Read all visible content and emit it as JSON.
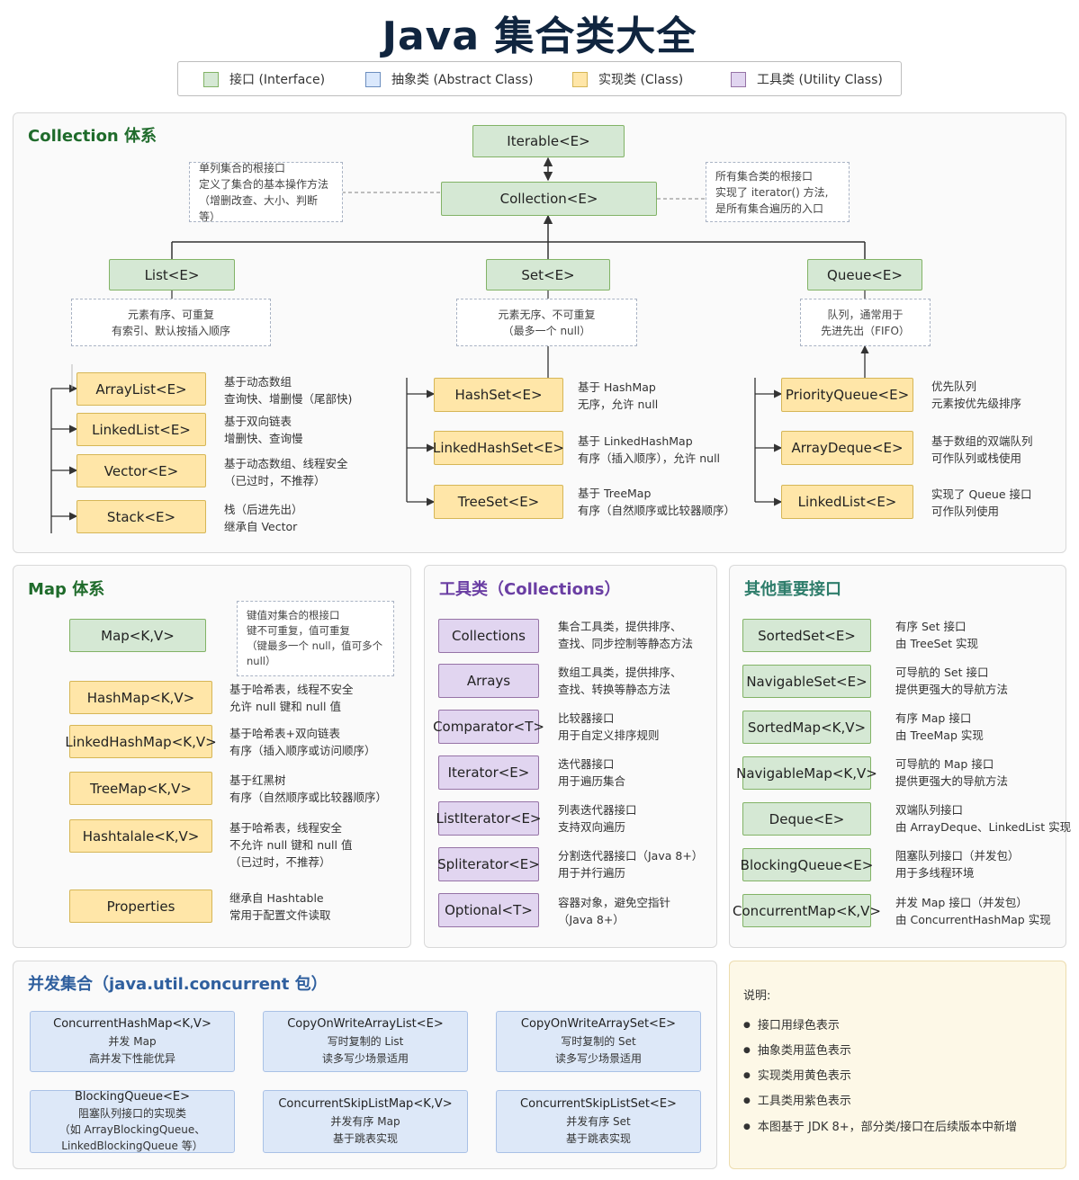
{
  "title": "Java 集合类大全",
  "legend": [
    {
      "label": "接口 (Interface)",
      "color": "#d5e8d4",
      "border": "#82b366"
    },
    {
      "label": "抽象类 (Abstract Class)",
      "color": "#dae8fc",
      "border": "#6c8ebf"
    },
    {
      "label": "实现类 (Class)",
      "color": "#ffe6a8",
      "border": "#d6b656"
    },
    {
      "label": "工具类 (Utility Class)",
      "color": "#e1d5f0",
      "border": "#9673a6"
    }
  ],
  "collection": {
    "title": "Collection 体系",
    "iterable": "Iterable<E>",
    "collection": "Collection<E>",
    "note_left": [
      "单列集合的根接口",
      "定义了集合的基本操作方法",
      "（增删改查、大小、判断等）"
    ],
    "note_right": [
      "所有集合类的根接口",
      "实现了 iterator() 方法,",
      "是所有集合遍历的入口"
    ],
    "list": {
      "name": "List<E>",
      "note": [
        "元素有序、可重复",
        "有索引、默认按插入顺序"
      ],
      "impls": [
        {
          "name": "ArrayList<E>",
          "desc": [
            "基于动态数组",
            "查询快、增删慢（尾部快)"
          ]
        },
        {
          "name": "LinkedList<E>",
          "desc": [
            "基于双向链表",
            "增删快、查询慢"
          ]
        },
        {
          "name": "Vector<E>",
          "desc": [
            "基于动态数组、线程安全",
            "（已过时，不推荐）"
          ]
        },
        {
          "name": "Stack<E>",
          "desc": [
            "栈（后进先出）",
            "继承自 Vector"
          ]
        }
      ]
    },
    "set": {
      "name": "Set<E>",
      "note": [
        "元素无序、不可重复",
        "（最多一个 null）"
      ],
      "impls": [
        {
          "name": "HashSet<E>",
          "desc": [
            "基于 HashMap",
            "无序，允许 null"
          ]
        },
        {
          "name": "LinkedHashSet<E>",
          "desc": [
            "基于 LinkedHashMap",
            "有序（插入顺序），允许 null"
          ]
        },
        {
          "name": "TreeSet<E>",
          "desc": [
            "基于 TreeMap",
            "有序（自然顺序或比较器顺序）"
          ]
        }
      ]
    },
    "queue": {
      "name": "Queue<E>",
      "note": [
        "队列，通常用于",
        "先进先出（FIFO）"
      ],
      "impls": [
        {
          "name": "PriorityQueue<E>",
          "desc": [
            "优先队列",
            "元素按优先级排序"
          ]
        },
        {
          "name": "ArrayDeque<E>",
          "desc": [
            "基于数组的双端队列",
            "可作队列或栈使用"
          ]
        },
        {
          "name": "LinkedList<E>",
          "desc": [
            "实现了 Queue 接口",
            "可作队列使用"
          ]
        }
      ]
    }
  },
  "map": {
    "title": "Map 体系",
    "root": "Map<K,V>",
    "note": [
      "键值对集合的根接口",
      "键不可重复，值可重复",
      "（键最多一个 null，值可多个",
      "null）"
    ],
    "impls": [
      {
        "name": "HashMap<K,V>",
        "desc": [
          "基于哈希表，线程不安全",
          "允许 null 键和 null 值"
        ]
      },
      {
        "name": "LinkedHashMap<K,V>",
        "desc": [
          "基于哈希表+双向链表",
          "有序（插入顺序或访问顺序）"
        ]
      },
      {
        "name": "TreeMap<K,V>",
        "desc": [
          "基于红黑树",
          "有序（自然顺序或比较器顺序）"
        ]
      },
      {
        "name": "Hashtalale<K,V>",
        "desc": [
          "基于哈希表，线程安全",
          "不允许 null 键和 null 值",
          "（已过时，不推荐）"
        ]
      },
      {
        "name": "Properties",
        "desc": [
          "继承自 Hashtable",
          "常用于配置文件读取"
        ]
      }
    ]
  },
  "utils": {
    "title": "工具类（Collections）",
    "items": [
      {
        "name": "Collections",
        "desc": [
          "集合工具类，提供排序、",
          "查找、同步控制等静态方法"
        ]
      },
      {
        "name": "Arrays",
        "desc": [
          "数组工具类，提供排序、",
          "查找、转换等静态方法"
        ]
      },
      {
        "name": "Comparator<T>",
        "desc": [
          "比较器接口",
          "用于自定义排序规则"
        ]
      },
      {
        "name": "Iterator<E>",
        "desc": [
          "迭代器接口",
          "用于遍历集合"
        ]
      },
      {
        "name": "ListIterator<E>",
        "desc": [
          "列表迭代器接口",
          "支持双向遍历"
        ]
      },
      {
        "name": "Spliterator<E>",
        "desc": [
          "分割迭代器接口（Java 8+）",
          "用于并行遍历"
        ]
      },
      {
        "name": "Optional<T>",
        "desc": [
          "容器对象，避免空指针",
          "（Java 8+）"
        ]
      }
    ]
  },
  "others": {
    "title": "其他重要接口",
    "items": [
      {
        "name": "SortedSet<E>",
        "desc": [
          "有序 Set 接口",
          "由 TreeSet 实现"
        ]
      },
      {
        "name": "NavigableSet<E>",
        "desc": [
          "可导航的 Set 接口",
          "提供更强大的导航方法"
        ]
      },
      {
        "name": "SortedMap<K,V>",
        "desc": [
          "有序 Map 接口",
          "由 TreeMap 实现"
        ]
      },
      {
        "name": "NavigableMap<K,V>",
        "desc": [
          "可导航的 Map 接口",
          "提供更强大的导航方法"
        ]
      },
      {
        "name": "Deque<E>",
        "desc": [
          "双端队列接口",
          "由 ArrayDeque、LinkedList 实现"
        ]
      },
      {
        "name": "BlockingQueue<E>",
        "desc": [
          "阻塞队列接口（并发包）",
          "用于多线程环境"
        ]
      },
      {
        "name": "ConcurrentMap<K,V>",
        "desc": [
          "并发 Map 接口（并发包）",
          "由 ConcurrentHashMap 实现"
        ]
      }
    ]
  },
  "concurrent": {
    "title": "并发集合（java.util.concurrent 包）",
    "items": [
      {
        "name": "ConcurrentHashMap<K,V>",
        "desc": [
          "并发 Map",
          "高并发下性能优异"
        ]
      },
      {
        "name": "CopyOnWriteArrayList<E>",
        "desc": [
          "写时复制的 List",
          "读多写少场景适用"
        ]
      },
      {
        "name": "CopyOnWriteArraySet<E>",
        "desc": [
          "写时复制的 Set",
          "读多写少场景适用"
        ]
      },
      {
        "name": "BlockingQueue<E>",
        "desc": [
          "阻塞队列接口的实现类",
          "（如 ArrayBlockingQueue、",
          "LinkedBlockingQueue 等）"
        ]
      },
      {
        "name": "ConcurrentSkipListMap<K,V>",
        "desc": [
          "并发有序 Map",
          "基于跳表实现"
        ]
      },
      {
        "name": "ConcurrentSkipListSet<E>",
        "desc": [
          "并发有序 Set",
          "基于跳表实现"
        ]
      }
    ]
  },
  "notes": {
    "heading": "说明:",
    "items": [
      "接口用绿色表示",
      "抽象类用蓝色表示",
      "实现类用黄色表示",
      "工具类用紫色表示",
      "本图基于 JDK 8+，部分类/接口在后续版本中新增"
    ]
  }
}
